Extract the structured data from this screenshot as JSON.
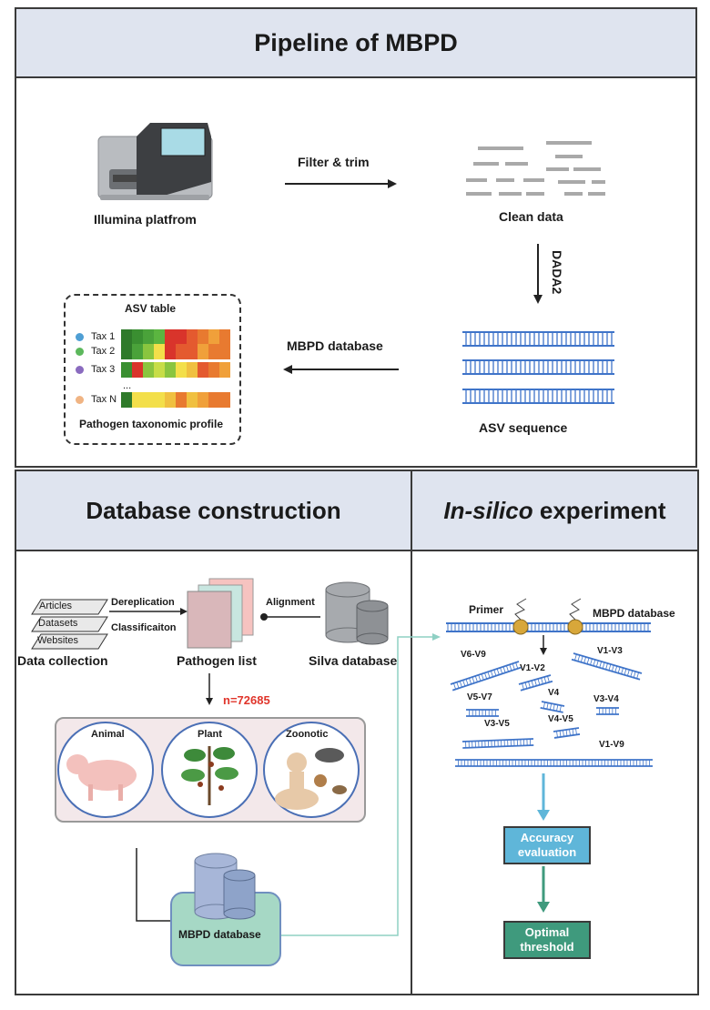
{
  "top": {
    "title": "Pipeline of MBPD",
    "illumina_label": "Illumina platfrom",
    "filter_label": "Filter & trim",
    "clean_label": "Clean data",
    "dada_label": "DADA2",
    "asv_seq_label": "ASV sequence",
    "mbpd_arrow_label": "MBPD database",
    "asv_table": {
      "title": "ASV table",
      "rows": [
        "Tax 1",
        "Tax 2",
        "Tax 3",
        "...",
        "Tax N"
      ],
      "footer": "Pathogen taxonomic profile"
    }
  },
  "left": {
    "title": "Database construction",
    "sources": [
      "Articles",
      "Datasets",
      "Websites"
    ],
    "data_collection": "Data collection",
    "dereplication": "Dereplication",
    "classification": "Classificaiton",
    "pathogen_list": "Pathogen list",
    "alignment": "Alignment",
    "silva": "Silva database",
    "count": "n=72685",
    "categories": [
      "Animal",
      "Plant",
      "Zoonotic"
    ],
    "mbpd": "MBPD database"
  },
  "right": {
    "title_italic": "In-silico",
    "title_rest": " experiment",
    "primer": "Primer",
    "mbpd": "MBPD database",
    "regions": [
      "V6-V9",
      "V1-V2",
      "V1-V3",
      "V5-V7",
      "V4",
      "V3-V4",
      "V3-V5",
      "V4-V5",
      "V1-V9"
    ],
    "accuracy": "Accuracy evaluation",
    "optimal": "Optimal threshold"
  },
  "colors": {
    "header_bg": "#dfe4ef",
    "count_red": "#e0352b",
    "accuracy_blue": "#5fb6d9",
    "optimal_green": "#3f9a7d",
    "dna_blue": "#3f74c9"
  }
}
